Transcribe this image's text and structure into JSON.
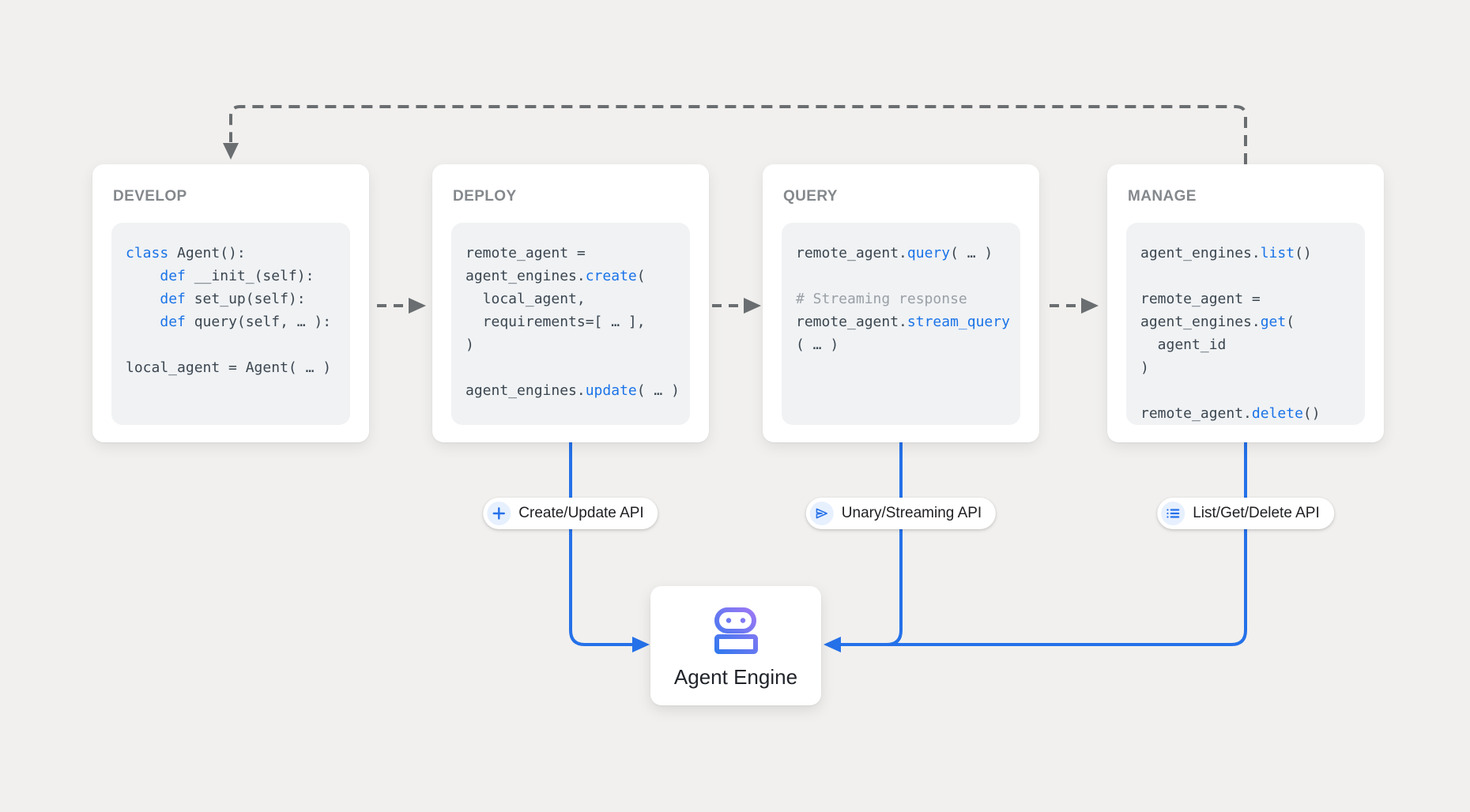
{
  "colors": {
    "background": "#f1f0ee",
    "accent_blue": "#2571e9",
    "keyword_blue": "#1a73e8",
    "comment_gray": "#9aa0a6",
    "dash_gray": "#6a6e71",
    "card_title_gray": "#84888c",
    "code_text": "#3b4650",
    "robot_gradient_start": "#2b78ee",
    "robot_gradient_end": "#a678f5"
  },
  "cards": [
    {
      "id": "develop",
      "title": "DEVELOP",
      "code": [
        [
          {
            "t": "class ",
            "s": "kw"
          },
          {
            "t": "Agent():",
            "s": "p"
          }
        ],
        [
          {
            "t": "    ",
            "s": "p"
          },
          {
            "t": "def ",
            "s": "kw"
          },
          {
            "t": "__init_(self):",
            "s": "p"
          }
        ],
        [
          {
            "t": "    ",
            "s": "p"
          },
          {
            "t": "def ",
            "s": "kw"
          },
          {
            "t": "set_up(self):",
            "s": "p"
          }
        ],
        [
          {
            "t": "    ",
            "s": "p"
          },
          {
            "t": "def ",
            "s": "kw"
          },
          {
            "t": "query(self, … ):",
            "s": "p"
          }
        ],
        [],
        [
          {
            "t": "local_agent = Agent( … )",
            "s": "p"
          }
        ]
      ]
    },
    {
      "id": "deploy",
      "title": "DEPLOY",
      "code": [
        [
          {
            "t": "remote_agent =",
            "s": "p"
          }
        ],
        [
          {
            "t": "agent_engines.",
            "s": "p"
          },
          {
            "t": "create",
            "s": "kw"
          },
          {
            "t": "(",
            "s": "p"
          }
        ],
        [
          {
            "t": "  local_agent,",
            "s": "p"
          }
        ],
        [
          {
            "t": "  requirements=[ … ],",
            "s": "p"
          }
        ],
        [
          {
            "t": ")",
            "s": "p"
          }
        ],
        [],
        [
          {
            "t": "agent_engines.",
            "s": "p"
          },
          {
            "t": "update",
            "s": "kw"
          },
          {
            "t": "( … )",
            "s": "p"
          }
        ]
      ]
    },
    {
      "id": "query",
      "title": "QUERY",
      "code": [
        [
          {
            "t": "remote_agent.",
            "s": "p"
          },
          {
            "t": "query",
            "s": "kw"
          },
          {
            "t": "( … )",
            "s": "p"
          }
        ],
        [],
        [
          {
            "t": "# Streaming response",
            "s": "c"
          }
        ],
        [
          {
            "t": "remote_agent.",
            "s": "p"
          },
          {
            "t": "stream_query",
            "s": "kw"
          }
        ],
        [
          {
            "t": "( … )",
            "s": "p"
          }
        ]
      ]
    },
    {
      "id": "manage",
      "title": "MANAGE",
      "code": [
        [
          {
            "t": "agent_engines.",
            "s": "p"
          },
          {
            "t": "list",
            "s": "kw"
          },
          {
            "t": "()",
            "s": "p"
          }
        ],
        [],
        [
          {
            "t": "remote_agent =",
            "s": "p"
          }
        ],
        [
          {
            "t": "agent_engines.",
            "s": "p"
          },
          {
            "t": "get",
            "s": "kw"
          },
          {
            "t": "(",
            "s": "p"
          }
        ],
        [
          {
            "t": "  agent_id",
            "s": "p"
          }
        ],
        [
          {
            "t": ")",
            "s": "p"
          }
        ],
        [],
        [
          {
            "t": "remote_agent.",
            "s": "p"
          },
          {
            "t": "delete",
            "s": "kw"
          },
          {
            "t": "()",
            "s": "p"
          }
        ]
      ]
    }
  ],
  "pills": [
    {
      "icon": "plus-icon",
      "label": "Create/Update API"
    },
    {
      "icon": "send-icon",
      "label": "Unary/Streaming API"
    },
    {
      "icon": "list-icon",
      "label": "List/Get/Delete API"
    }
  ],
  "engine": {
    "label": "Agent Engine"
  }
}
